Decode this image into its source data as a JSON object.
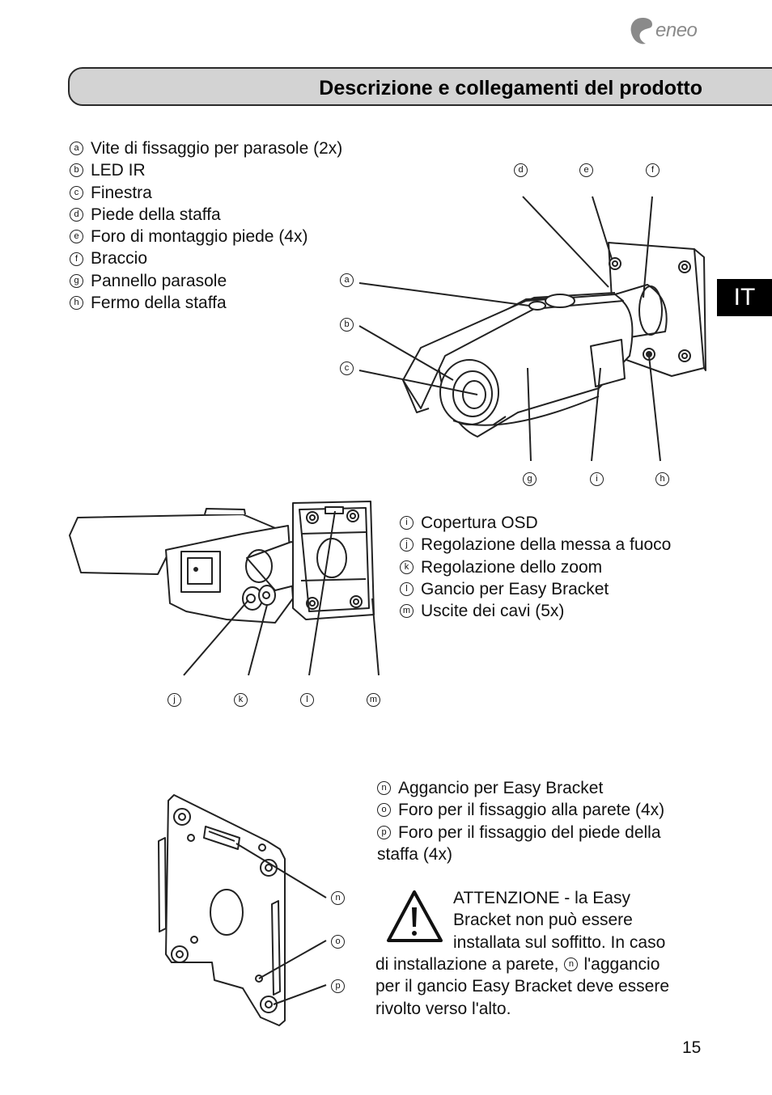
{
  "brand": {
    "name": "eneo"
  },
  "header": {
    "title": "Descrizione e collegamenti del prodotto"
  },
  "language_tab": {
    "label": "IT"
  },
  "legend1": [
    {
      "key": "a",
      "label": "Vite di fissaggio per parasole (2x)"
    },
    {
      "key": "b",
      "label": "LED IR"
    },
    {
      "key": "c",
      "label": "Finestra"
    },
    {
      "key": "d",
      "label": "Piede della staffa"
    },
    {
      "key": "e",
      "label": "Foro di montaggio piede (4x)"
    },
    {
      "key": "f",
      "label": "Braccio"
    },
    {
      "key": "g",
      "label": "Pannello parasole"
    },
    {
      "key": "h",
      "label": "Fermo della staffa"
    }
  ],
  "legend2": [
    {
      "key": "i",
      "label": "Copertura OSD"
    },
    {
      "key": "j",
      "label": "Regolazione della messa a fuoco"
    },
    {
      "key": "k",
      "label": "Regolazione dello zoom"
    },
    {
      "key": "l",
      "label": "Gancio per Easy Bracket"
    },
    {
      "key": "m",
      "label": "Uscite dei cavi (5x)"
    }
  ],
  "legend3": [
    {
      "key": "n",
      "label": "Aggancio per Easy Bracket"
    },
    {
      "key": "o",
      "label": "Foro per il fissaggio alla parete (4x)"
    },
    {
      "key": "p",
      "label": "Foro per il fissaggio del piede della"
    }
  ],
  "legend3_continuation": "staffa (4x)",
  "warning": {
    "line1": "ATTENZIONE - la Easy",
    "line2": "Bracket non può essere",
    "line3": "installata sul soffitto. In caso",
    "line4_before": "di installazione a parete,",
    "line4_key": "n",
    "line4_after": "l'aggancio",
    "line5": "per il gancio Easy Bracket deve essere",
    "line6": "rivolto verso l'alto."
  },
  "callouts": {
    "fig1_top": [
      "d",
      "e",
      "f"
    ],
    "fig1_left": [
      "a",
      "b",
      "c"
    ],
    "fig1_bottom": [
      "g",
      "i",
      "h"
    ],
    "fig2_bottom": [
      "j",
      "k",
      "l",
      "m"
    ],
    "fig3_right": [
      "n",
      "o",
      "p"
    ]
  },
  "page_number": "15",
  "colors": {
    "header_bg": "#d3d3d3",
    "tab_bg": "#000000",
    "logo": "#8a8a8a"
  }
}
